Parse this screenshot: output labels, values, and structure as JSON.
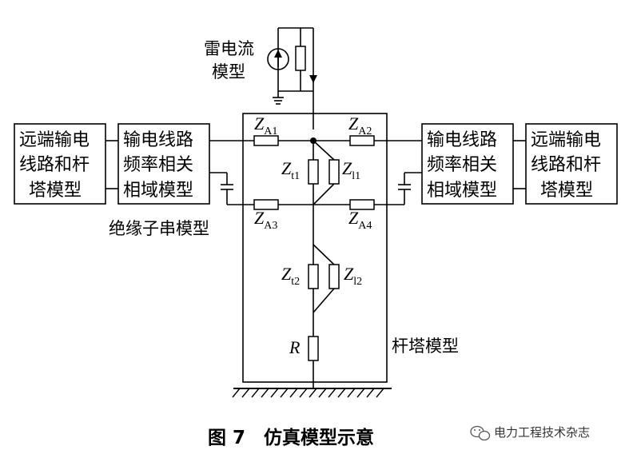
{
  "diagram": {
    "lightning_model_line1": "雷电流",
    "lightning_model_line2": "模型",
    "remote_left": [
      "远端输电",
      "线路和杆",
      "塔模型"
    ],
    "freq_left": [
      "输电线路",
      "频率相关",
      "相域模型"
    ],
    "freq_right": [
      "输电线路",
      "频率相关",
      "相域模型"
    ],
    "remote_right": [
      "远端输电",
      "线路和杆",
      "塔模型"
    ],
    "insulator_label": "绝缘子串模型",
    "tower_label": "杆塔模型",
    "impedances": {
      "za1": {
        "main": "Z",
        "sub": "A1"
      },
      "za2": {
        "main": "Z",
        "sub": "A2"
      },
      "za3": {
        "main": "Z",
        "sub": "A3"
      },
      "za4": {
        "main": "Z",
        "sub": "A4"
      },
      "zt1": {
        "main": "Z",
        "sub": "t1"
      },
      "zl1": {
        "main": "Z",
        "sub": "l1"
      },
      "zt2": {
        "main": "Z",
        "sub": "t2"
      },
      "zl2": {
        "main": "Z",
        "sub": "l2"
      },
      "r": {
        "main": "R"
      }
    }
  },
  "caption": "图 7　仿真模型示意",
  "watermark": "电力工程技术杂志",
  "watermark_icon": "wechat-icon"
}
